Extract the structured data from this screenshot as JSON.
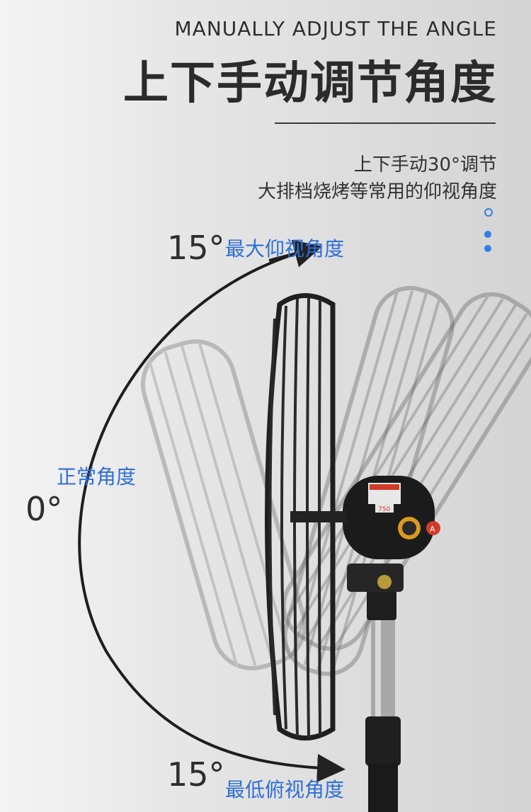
{
  "header": {
    "title_en": "MANUALLY ADJUST THE ANGLE",
    "title_cn": "上下手动调节角度"
  },
  "description": {
    "line1": "上下手动30°调节",
    "line2": "大排档烧烤等常用的仰视角度"
  },
  "angles": {
    "top_degree": "15°",
    "top_label": "最大仰视角度",
    "mid_degree": "0°",
    "mid_label": "正常角度",
    "bottom_degree": "15°",
    "bottom_label": "最低俯视角度"
  },
  "fan": {
    "model_label": "750",
    "knob_letter": "A"
  },
  "colors": {
    "accent": "#2f6fd6",
    "text": "#2d2d2d"
  }
}
